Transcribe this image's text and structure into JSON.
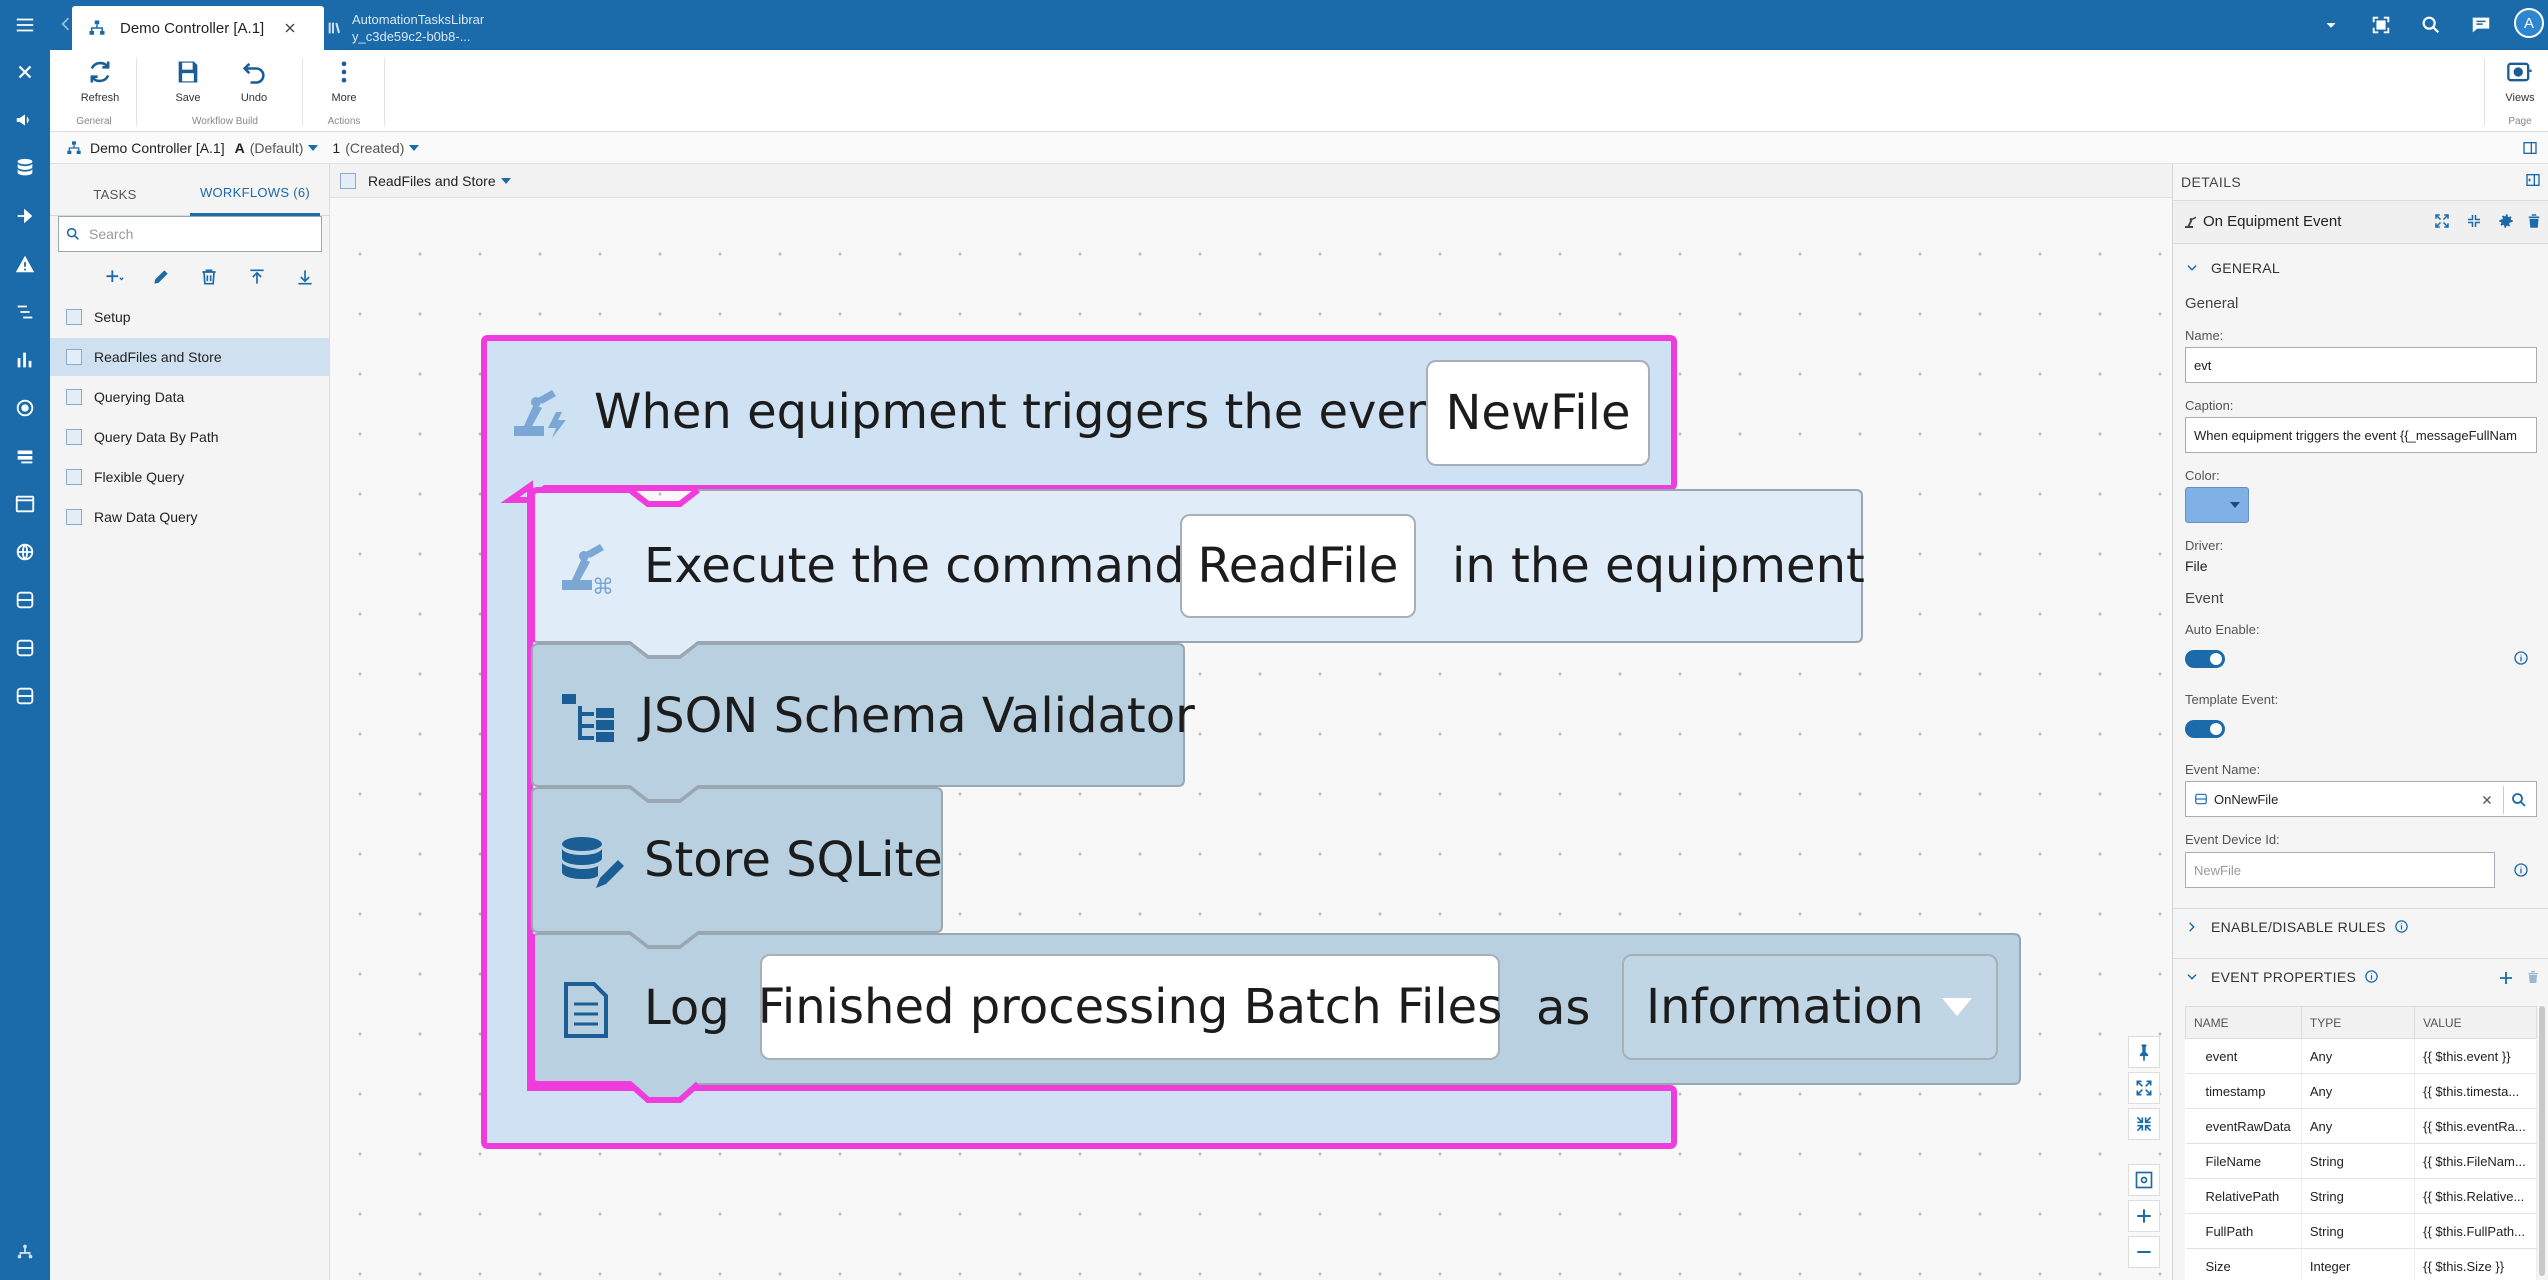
{
  "topbar": {
    "tabs": [
      {
        "label": "Demo Controller [A.1]"
      },
      {
        "label_line1": "AutomationTasksLibrar",
        "label_line2": "y_c3de59c2-b0b8-..."
      }
    ]
  },
  "ribbon": {
    "refresh": "Refresh",
    "save": "Save",
    "undo": "Undo",
    "more": "More",
    "views": "Views",
    "groups": {
      "general": "General",
      "workflow_build": "Workflow Build",
      "actions": "Actions",
      "page": "Page"
    }
  },
  "crumb": {
    "controller": "Demo Controller [A.1]",
    "version_letter": "A",
    "version_default": "(Default)",
    "revision": "1",
    "revision_state": "(Created)"
  },
  "left_panel": {
    "tab_tasks": "TASKS",
    "tab_workflows": "WORKFLOWS (6)",
    "search_placeholder": "Search",
    "workflows": [
      {
        "label": "Setup"
      },
      {
        "label": "ReadFiles and Store"
      },
      {
        "label": "Querying Data"
      },
      {
        "label": "Query Data By Path"
      },
      {
        "label": "Flexible Query"
      },
      {
        "label": "Raw Data Query"
      }
    ]
  },
  "canvas": {
    "workflow_name": "ReadFiles and Store",
    "blocks": {
      "event_text": "When equipment triggers the event",
      "event_value": "NewFile",
      "cmd_text_1": "Execute the command",
      "cmd_value": "ReadFile",
      "cmd_text_2": "in the equipment",
      "json_text": "JSON Schema Validator",
      "sqlite_text": "Store SQLite",
      "log_text": "Log",
      "log_message": "Finished processing Batch Files",
      "log_as": "as",
      "log_level": "Information"
    }
  },
  "details": {
    "header": "DETAILS",
    "title": "On Equipment Event",
    "general_section": "GENERAL",
    "general_label": "General",
    "name_label": "Name:",
    "name_value": "evt",
    "caption_label": "Caption:",
    "caption_value": "When equipment triggers the event {{_messageFullNam",
    "color_label": "Color:",
    "color_value": "#7fb0e6",
    "driver_label": "Driver:",
    "driver_value": "File",
    "event_label": "Event",
    "auto_enable_label": "Auto Enable:",
    "template_event_label": "Template Event:",
    "event_name_label": "Event Name:",
    "event_name_value": "OnNewFile",
    "event_device_id_label": "Event Device Id:",
    "event_device_id_placeholder": "NewFile",
    "enable_rules_section": "ENABLE/DISABLE RULES",
    "event_properties_section": "EVENT PROPERTIES",
    "table_headers": {
      "name": "NAME",
      "type": "TYPE",
      "value": "VALUE"
    },
    "properties": [
      {
        "name": "event",
        "type": "Any",
        "value": "{{ $this.event }}"
      },
      {
        "name": "timestamp",
        "type": "Any",
        "value": "{{ $this.timesta..."
      },
      {
        "name": "eventRawData",
        "type": "Any",
        "value": "{{ $this.eventRa..."
      },
      {
        "name": "FileName",
        "type": "String",
        "value": "{{ $this.FileNam..."
      },
      {
        "name": "RelativePath",
        "type": "String",
        "value": "{{ $this.Relative..."
      },
      {
        "name": "FullPath",
        "type": "String",
        "value": "{{ $this.FullPath..."
      },
      {
        "name": "Size",
        "type": "Integer",
        "value": "{{ $this.Size }}"
      }
    ]
  },
  "colors": {
    "brand_blue": "#1b6aaa",
    "highlight_magenta": "#f03cdc",
    "event_block": "#cfe2f4",
    "command_block": "#e0ecf7",
    "step_block": "#b8d0df"
  }
}
